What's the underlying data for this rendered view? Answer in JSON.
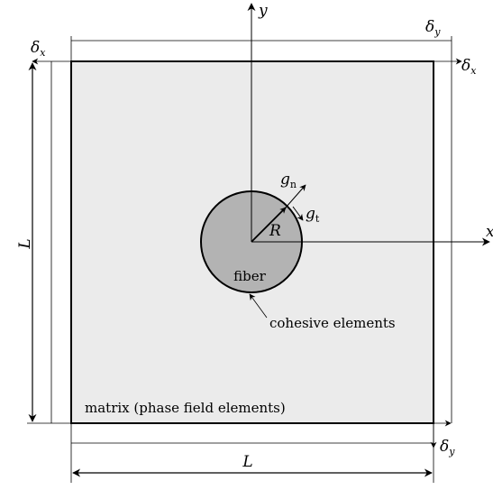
{
  "labels": {
    "y_axis": "y",
    "x_axis": "x",
    "delta_x": "δ",
    "delta_x_sub": "x",
    "delta_y": "δ",
    "delta_y_sub": "y",
    "length": "L",
    "radius": "R",
    "g_normal": "g",
    "g_normal_sub": "n",
    "g_tangent": "g",
    "g_tangent_sub": "t",
    "fiber": "fiber",
    "cohesive": "cohesive elements",
    "matrix": "matrix (phase field elements)"
  },
  "colors": {
    "matrix_fill": "#ebebeb",
    "fiber_fill": "#b3b3b3",
    "stroke": "#000000"
  }
}
